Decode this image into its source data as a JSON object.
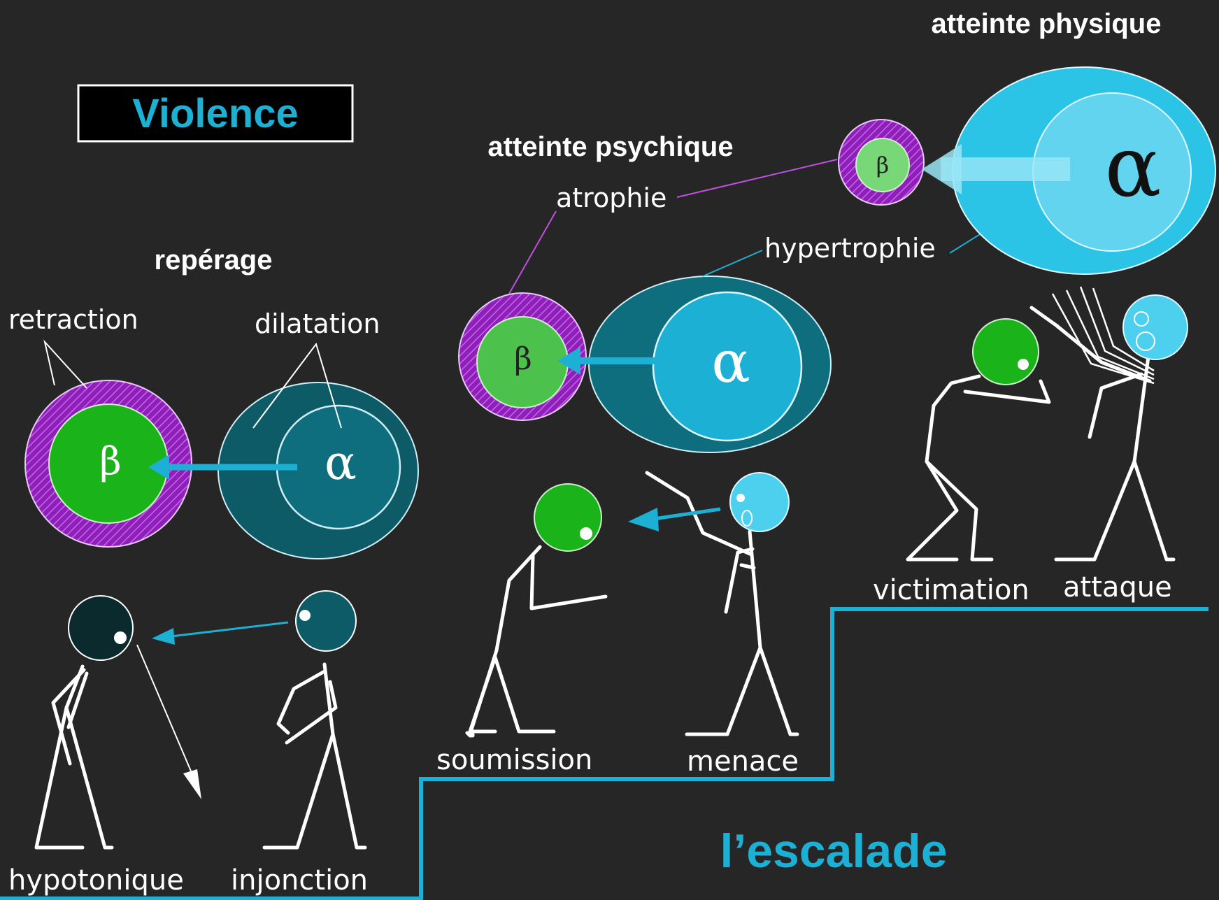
{
  "title": "Violence",
  "stage_titles": {
    "reperage": "repérage",
    "psychique": "atteinte psychique",
    "physique": "atteinte physique"
  },
  "bottom_label": "l’escalade",
  "labels": {
    "retraction": "retraction",
    "dilatation": "dilatation",
    "atrophie": "atrophie",
    "hypertrophie": "hypertrophie"
  },
  "greek": {
    "beta": "β",
    "alpha": "α"
  },
  "figures": {
    "hypotonique": "hypotonique",
    "injonction": "injonction",
    "soumission": "soumission",
    "menace": "menace",
    "victimation": "victimation",
    "attaque": "attaque"
  },
  "colors": {
    "background": "#262626",
    "cyan": "#1cb0d4",
    "light_cyan": "#4cd0ee",
    "dark_teal": "#0e5b68",
    "green": "#1ab31a",
    "light_green": "#78d878",
    "purple": "#9b22c8",
    "white": "#ffffff"
  }
}
